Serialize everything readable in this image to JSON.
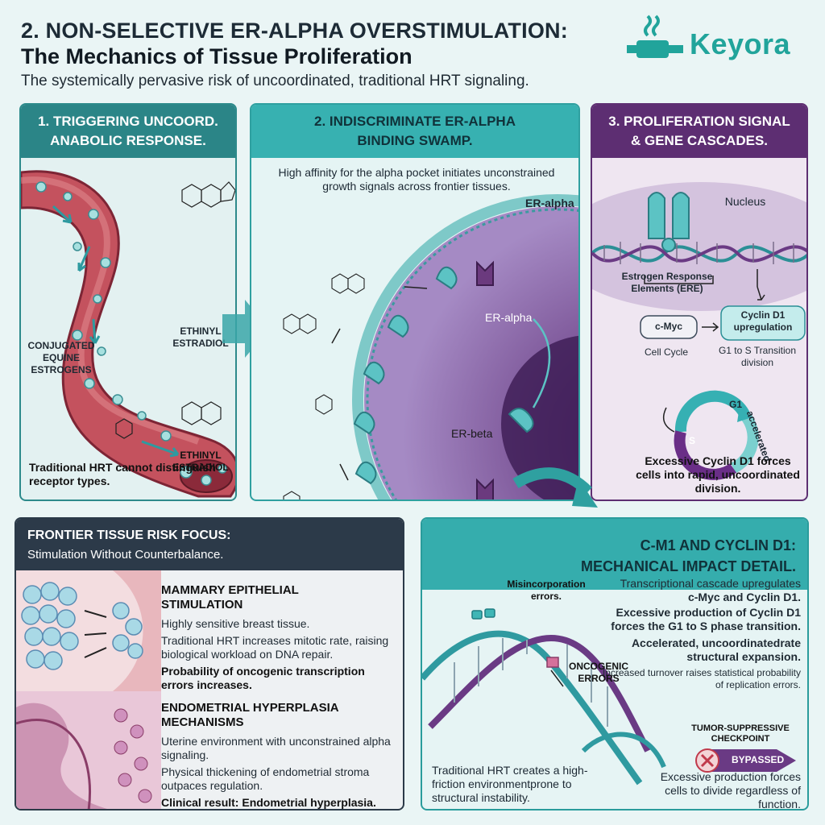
{
  "header": {
    "line1": "2. NON-SELECTIVE ER-ALPHA OVERSTIMULATION:",
    "line2": "The Mechanics of Tissue Proliferation",
    "subtitle": "The systemically pervasive risk of uncoordinated, traditional HRT signaling."
  },
  "logo": {
    "brand": "Keyora"
  },
  "panel1": {
    "title_line1": "1. TRIGGERING UNCOORD.",
    "title_line2": "ANABOLIC RESPONSE.",
    "label_ethinyl_1": "ETHINYL\nESTRADIOL",
    "label_cee": "CONJUGATED\nEQUINE\nESTROGENS",
    "label_ethinyl_2": "ETHINYL\nESTRADIOL",
    "caption": "Traditional HRT cannot distinguish receptor types."
  },
  "panel2": {
    "title_line1": "2. INDISCRIMINATE ER-ALPHA",
    "title_line2": "BINDING SWAMP.",
    "description": "High affinity for the alpha pocket initiates unconstrained growth signals across frontier tissues.",
    "label_er_alpha_top": "ER-alpha",
    "label_er_alpha_mid": "ER-alpha",
    "label_er_beta": "ER-beta"
  },
  "panel3": {
    "title_line1": "3. PROLIFERATION SIGNAL",
    "title_line2": "& GENE CASCADES.",
    "label_nucleus": "Nucleus",
    "label_ere": "Estrogen Response\nElements (ERE)",
    "label_cmyc": "c-Myc",
    "label_cyclin": "Cyclin D1\nupregulation",
    "label_cell_cycle": "Cell Cycle",
    "label_transition": "G1 to S Transition\ndivision",
    "label_g1": "G1",
    "label_s": "S",
    "label_accelerated": "accelerated",
    "caption": "Excessive Cyclin D1 forces cells into rapid, uncoordinated division."
  },
  "panel4": {
    "title": "FRONTIER TISSUE RISK FOCUS:",
    "subtitle": "Stimulation Without Counterbalance.",
    "mammary": {
      "heading": "MAMMARY EPITHELIAL\nSTIMULATION",
      "line1": "Highly sensitive breast tissue.",
      "line2": "Traditional HRT increases mitotic rate, raising biological workload on DNA repair.",
      "line3": "Probability of oncogenic transcription errors increases."
    },
    "endometrial": {
      "heading": "ENDOMETRIAL HYPERPLASIA\nMECHANISMS",
      "line1": "Uterine environment with unconstrained alpha signaling.",
      "line2": "Physical thickening of endometrial stroma outpaces regulation.",
      "line3": "Clinical result: Endometrial hyperplasia."
    }
  },
  "panel5": {
    "title_line1": "C-M1 AND CYCLIN D1:",
    "title_line2": "MECHANICAL IMPACT DETAIL.",
    "label_misincorporation": "Misincorporation\nerrors.",
    "label_oncogenic": "ONCOGENIC\nERRORS",
    "text1": "Transcriptional cascade upregulates",
    "text2": "c-Myc and Cyclin D1.",
    "text3": "Excessive production of Cyclin D1 forces the G1 to S phase transition.",
    "text4": "Accelerated, uncoordinatedrate structural expansion.",
    "text5": "Increased turnover raises statistical probability of replication errors.",
    "checkpoint_label": "TUMOR-SUPPRESSIVE\nCHECKPOINT",
    "bypassed": "BYPASSED",
    "caption_left": "Traditional HRT creates a high-friction environmentprone to structural instability.",
    "caption_right": "Excessive production forces cells to divide regardless of function."
  }
}
